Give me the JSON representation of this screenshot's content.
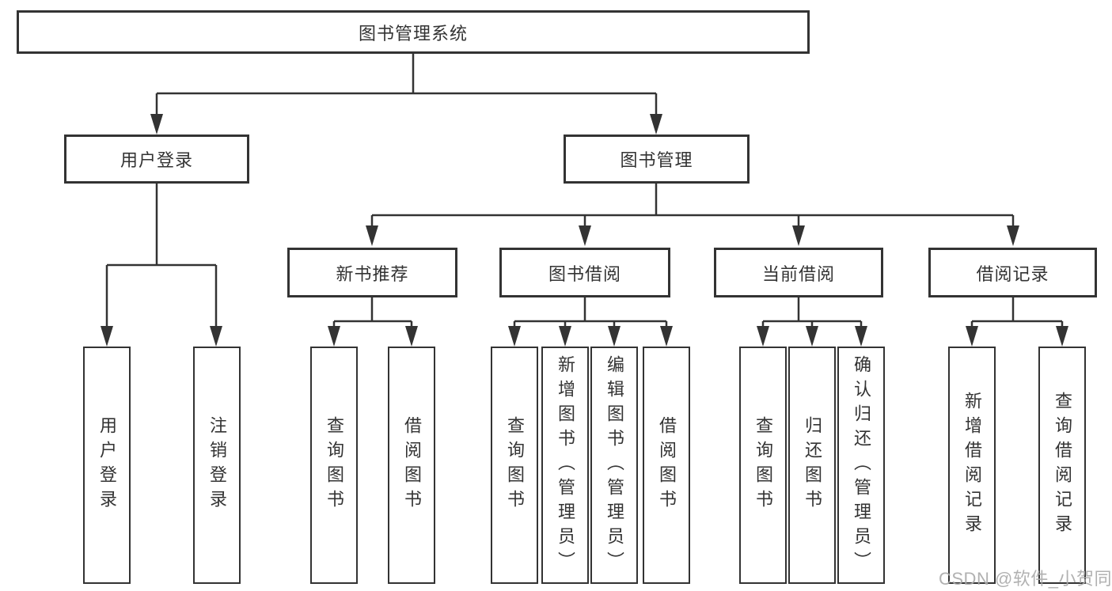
{
  "diagram_type": "functional-structure-chart",
  "colors": {
    "line": "#333333",
    "text": "#333333",
    "background": "#ffffff",
    "watermark": "#a9a9a9"
  },
  "tree": {
    "label": "图书管理系统",
    "children": [
      {
        "label": "用户登录",
        "children": [
          {
            "label": "用户登录"
          },
          {
            "label": "注销登录"
          }
        ]
      },
      {
        "label": "图书管理",
        "children": [
          {
            "label": "新书推荐",
            "children": [
              {
                "label": "查询图书"
              },
              {
                "label": "借阅图书"
              }
            ]
          },
          {
            "label": "图书借阅",
            "children": [
              {
                "label": "查询图书"
              },
              {
                "label": "新增图书（管理员）"
              },
              {
                "label": "编辑图书（管理员）"
              },
              {
                "label": "借阅图书"
              }
            ]
          },
          {
            "label": "当前借阅",
            "children": [
              {
                "label": "查询图书"
              },
              {
                "label": "归还图书"
              },
              {
                "label": "确认归还（管理员）"
              }
            ]
          },
          {
            "label": "借阅记录",
            "children": [
              {
                "label": "新增借阅记录"
              },
              {
                "label": "查询借阅记录"
              }
            ]
          }
        ]
      }
    ]
  },
  "watermark": {
    "text": "CSDN @软件_小贺同学"
  }
}
